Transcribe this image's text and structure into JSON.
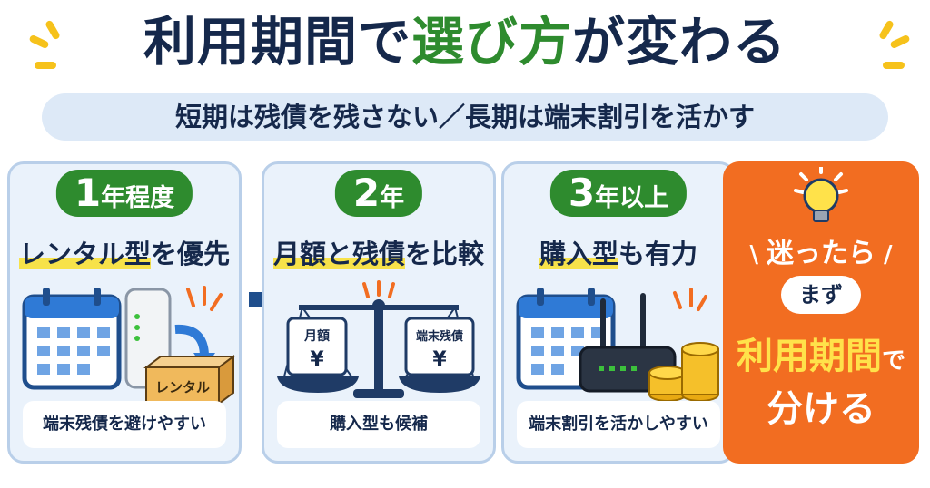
{
  "title": {
    "part1": "利用期間で",
    "part2": "選び方",
    "part3": "が変わる"
  },
  "subtitle": "短期は残債を残さない／長期は端末割引を活かす",
  "cards": [
    {
      "badge_num": "1",
      "badge_unit": "年程度",
      "heading_hl": "レンタル型",
      "heading_rest": "を優先",
      "box_label": "レンタル",
      "footer": "端末残債を避けやすい"
    },
    {
      "badge_num": "2",
      "badge_unit": "年",
      "heading_hl": "月額と残債",
      "heading_rest": "を比較",
      "pan_left": "月額",
      "pan_left_sym": "¥",
      "pan_right": "端末残債",
      "pan_right_sym": "¥",
      "footer": "購入型も候補"
    },
    {
      "badge_num": "3",
      "badge_unit": "年以上",
      "heading_hl": "購入型",
      "heading_rest": "も有力",
      "footer": "端末割引を活かしやすい"
    }
  ],
  "summary": {
    "line1": "迷ったら",
    "pill": "まず",
    "line3_big": "利用期間",
    "line3_small": "で",
    "line4": "分ける"
  },
  "colors": {
    "navy": "#15284b",
    "green": "#2e8b2e",
    "orange": "#f26d21",
    "yellow": "#ffe24a",
    "card_bg": "#eaf2fb"
  }
}
